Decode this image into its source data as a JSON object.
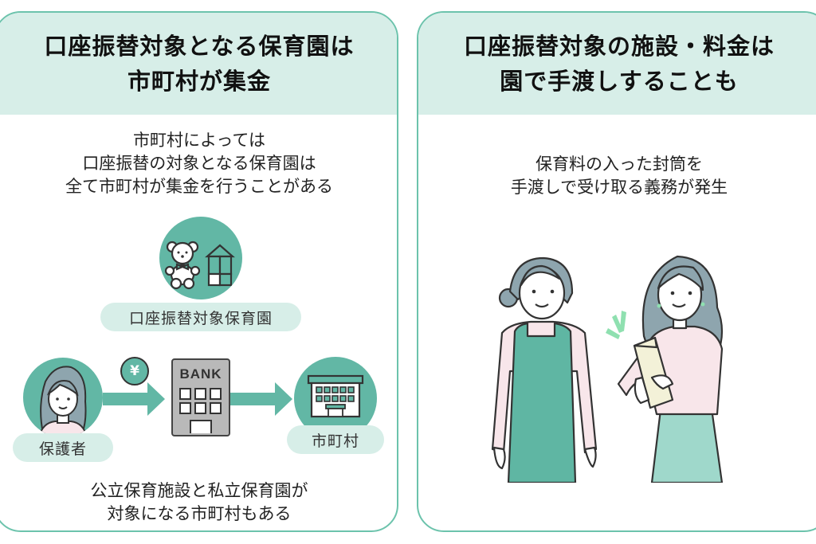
{
  "left_panel": {
    "title_lines": [
      "口座振替対象となる保育園は",
      "市町村が集金"
    ],
    "description_lines": [
      "市町村によっては",
      "口座振替の対象となる保育園は",
      "全て市町村が集金を行うことがある"
    ],
    "nursery_label": "口座振替対象保育園",
    "flow": {
      "guardian_label": "保護者",
      "yen_symbol": "¥",
      "bank_label": "BANK",
      "municipality_label": "市町村"
    },
    "footer_lines": [
      "公立保育施設と私立保育園が",
      "対象になる市町村もある"
    ]
  },
  "right_panel": {
    "title_lines": [
      "口座振替対象の施設・料金は",
      "園で手渡しすることも"
    ],
    "description_lines": [
      "保育料の入った封筒を",
      "手渡しで受け取る義務が発生"
    ]
  },
  "colors": {
    "accent": "#62b7a5",
    "header_bg": "#d7eee8",
    "border": "#6cc3ac",
    "apron": "#5fb6a3",
    "skirt": "#9fd8cb",
    "shirt": "#f8e6ea",
    "hair": "#8ea5ae",
    "envelope": "#f3f1d8",
    "sparkle": "#8fe0b0"
  }
}
